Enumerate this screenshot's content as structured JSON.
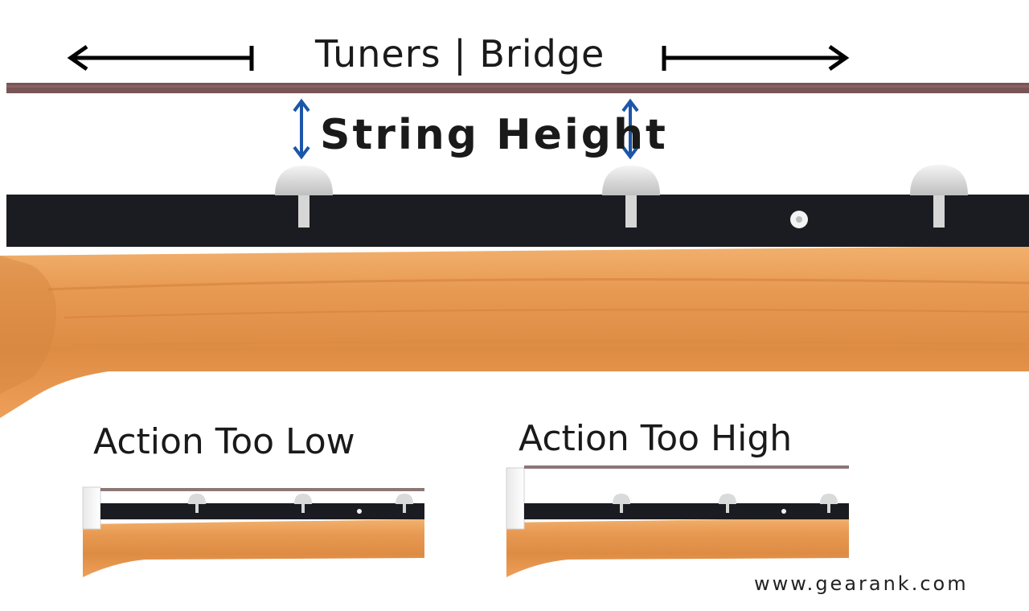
{
  "labels": {
    "tuners_bridge": "Tuners | Bridge",
    "string_height": "String Height",
    "action_too_low": "Action Too Low",
    "action_too_high": "Action Too High"
  },
  "watermark": "www.gearank.com",
  "icons": {
    "left_arrow": "arrow-left-icon",
    "right_arrow": "arrow-right-icon",
    "height_arrow": "double-arrow-vertical-icon"
  },
  "colors": {
    "string": "#7a5555",
    "fretboard": "#1b1c21",
    "neck_wood": "#e79a55",
    "neck_wood_dark": "#cd7b35",
    "fret": "#d9d9d9",
    "arrow_black": "#000000",
    "arrow_blue": "#1c56a8",
    "small_string": "#8c7676"
  }
}
